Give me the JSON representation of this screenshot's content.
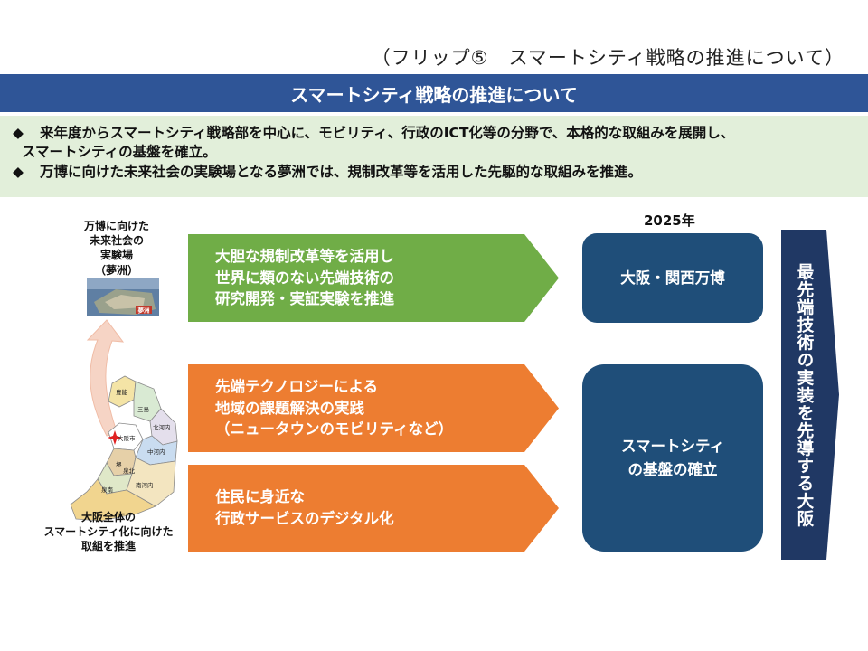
{
  "header": {
    "flip_label": "（フリップ⑤　スマートシティ戦略の推進について）",
    "title": "スマートシティ戦略の推進について"
  },
  "summary": {
    "bullet_symbol": "◆",
    "bullet1_line1": "来年度からスマートシティ戦略部を中心に、モビリティ、行政のICT化等の分野で、本格的な取組みを展開し、",
    "bullet1_line2": "スマートシティの基盤を確立。",
    "bullet2": "万博に向けた未来社会の実験場となる夢洲では、規制改革等を活用した先駆的な取組みを推進。"
  },
  "left": {
    "yumeshima_label": [
      "万博に向けた",
      "未来社会の",
      "実験場",
      "（夢洲）"
    ],
    "photo_tag": "夢洲",
    "map_label": [
      "大阪全体の",
      "スマートシティ化に向けた",
      "取組を推進"
    ],
    "regions": {
      "toyono": "豊能",
      "mishima": "三島",
      "kitakawachi": "北河内",
      "osaka_city": "大阪市",
      "nakakawachi": "中河内",
      "sakai": "堺",
      "senboku": "泉北",
      "minamikawachi": "南河内",
      "sennan": "泉南"
    },
    "colors": {
      "toyono": "#f4e4a6",
      "mishima": "#d9ead3",
      "kitakawachi": "#e4dfec",
      "osaka_city": "#ffffff",
      "nakakawachi": "#c9dcf0",
      "sakai": "#e6d0a8",
      "senboku": "#dfe8c8",
      "minamikawachi": "#f3e5c0",
      "sennan": "#f1d58f"
    }
  },
  "initiatives": {
    "green": [
      "大胆な規制改革等を活用し",
      "世界に類のない先端技術の",
      "研究開発・実証実験を推進"
    ],
    "orange1": [
      "先端テクノロジーによる",
      "地域の課題解決の実践",
      "（ニュータウンのモビリティなど）"
    ],
    "orange2": [
      "住民に身近な",
      "行政サービスのデジタル化"
    ]
  },
  "outcomes": {
    "year": "2025年",
    "expo": "大阪・関西万博",
    "smart_city": [
      "スマートシティ",
      "の基盤の確立"
    ]
  },
  "goal": "最先端技術の実装を先導する大阪",
  "theme": {
    "title_bar": "#2f5597",
    "summary_bg": "#e2efda",
    "green": "#70ad47",
    "orange": "#ed7d31",
    "navy": "#1f4e79",
    "goal_arrow": "#203864"
  }
}
